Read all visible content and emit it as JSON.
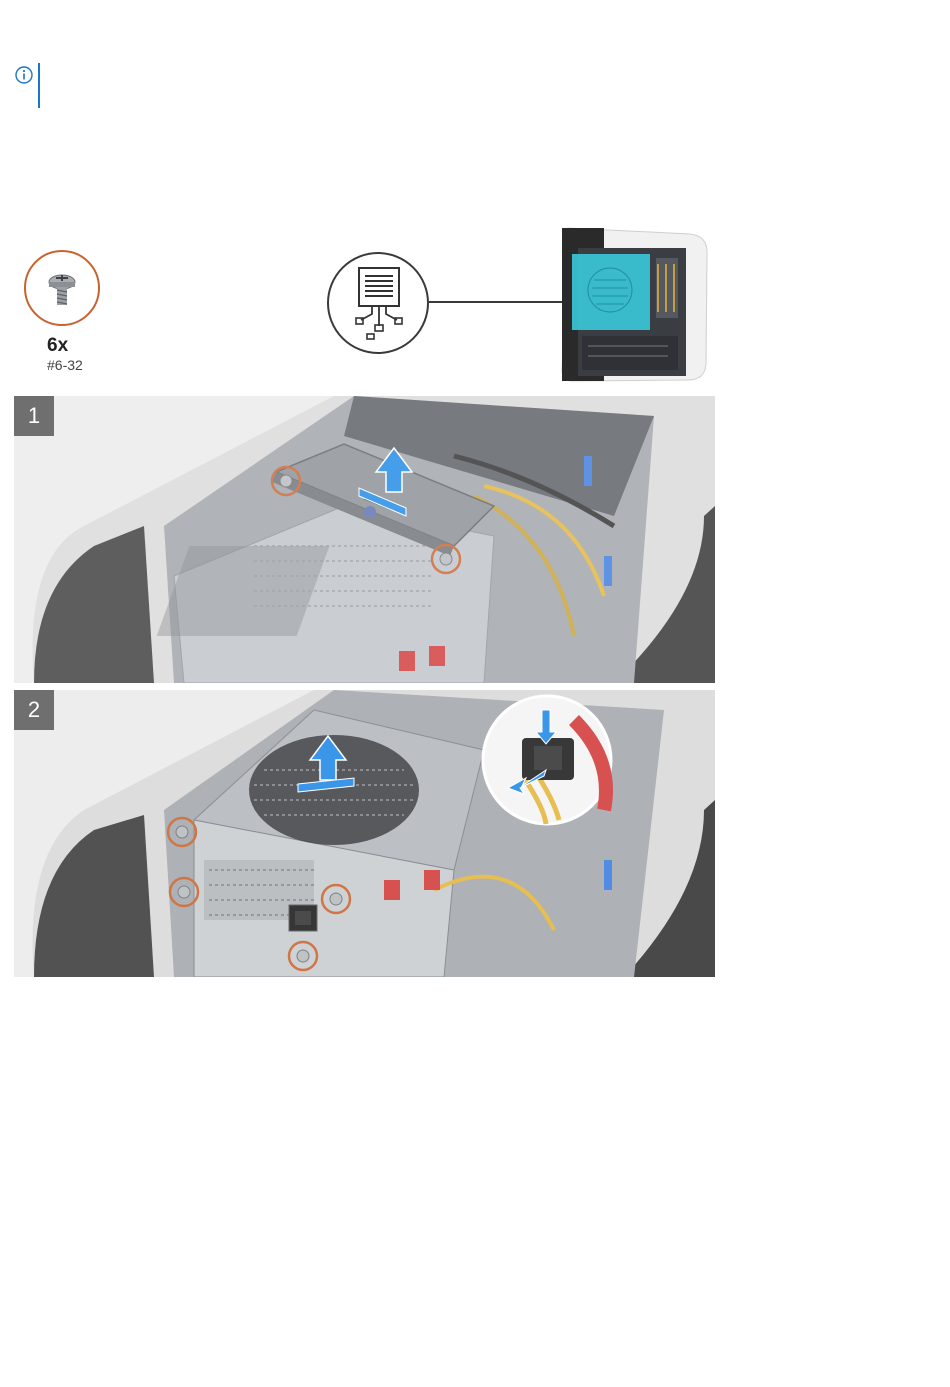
{
  "note": {
    "icon": "info-icon"
  },
  "screw": {
    "count": "6x",
    "spec": "#6-32",
    "icon": "screw-icon"
  },
  "locator": {
    "icon": "power-supply-icon",
    "accent": "#39c6d8"
  },
  "steps": [
    {
      "label": "1"
    },
    {
      "label": "2"
    }
  ],
  "colors": {
    "callout": "#c9632e",
    "arrow": "#1e88e5",
    "note_rule": "#1b76c5"
  }
}
